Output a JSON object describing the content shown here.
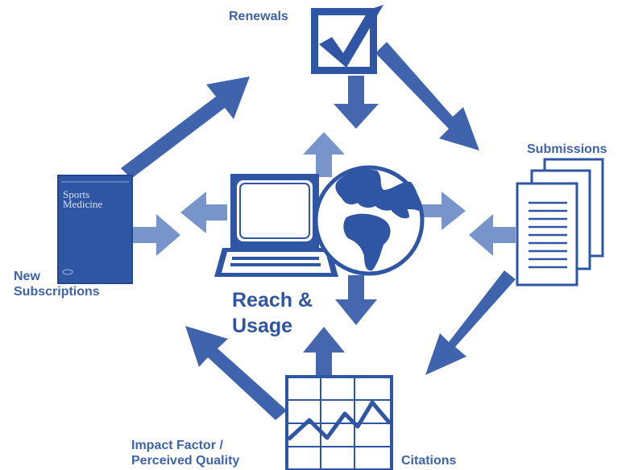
{
  "diagram": {
    "center_title_line1": "Reach &",
    "center_title_line2": "Usage",
    "labels": {
      "renewals": "Renewals",
      "submissions": "Submissions",
      "new_subscriptions_line1": "New",
      "new_subscriptions_line2": "Subscriptions",
      "impact_line1": "Impact Factor /",
      "impact_line2": "Perceived Quality",
      "citations": "Citations"
    },
    "journal_cover": {
      "line1": "Sports",
      "line2": "Medicine"
    },
    "icons": {
      "renewals": "checkbox-check-icon",
      "journal": "journal-cover-icon",
      "computer": "laptop-computer-icon",
      "globe": "globe-icon",
      "submissions": "stacked-documents-icon",
      "citations": "line-chart-grid-icon"
    },
    "colors": {
      "primary_blue": "#2e56a4",
      "arrow_blue": "#3f63ad",
      "light_arrow": "#7a97cb",
      "label_blue": "#3f63a8"
    }
  }
}
